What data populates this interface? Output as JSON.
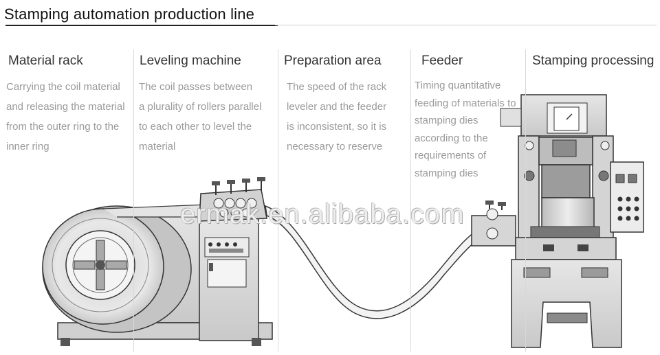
{
  "title": "Stamping automation production line",
  "columns": [
    {
      "heading": "Material rack",
      "lines": [
        "Carrying the coil material",
        "and releasing the material",
        "from the outer ring to the",
        "inner ring"
      ]
    },
    {
      "heading": "Leveling machine",
      "lines": [
        "The coil passes between",
        "a plurality of rollers parallel",
        "to each other to level the",
        "material"
      ]
    },
    {
      "heading": "Preparation area",
      "lines": [
        "The speed of the rack",
        "leveler and the feeder",
        "is inconsistent, so it is",
        "necessary to reserve"
      ]
    },
    {
      "heading": "Feeder",
      "lines": [
        "Timing quantitative",
        "feeding of materials to",
        "stamping dies",
        "according to the",
        "requirements of",
        "stamping dies"
      ]
    },
    {
      "heading": "Stamping processing",
      "lines": []
    }
  ],
  "watermark": "ermak.en.alibaba.com",
  "colors": {
    "machine_fill": "#d9d9d9",
    "machine_dark": "#9a9a9a",
    "outline": "#333333",
    "strip": "#f2f2f2"
  }
}
